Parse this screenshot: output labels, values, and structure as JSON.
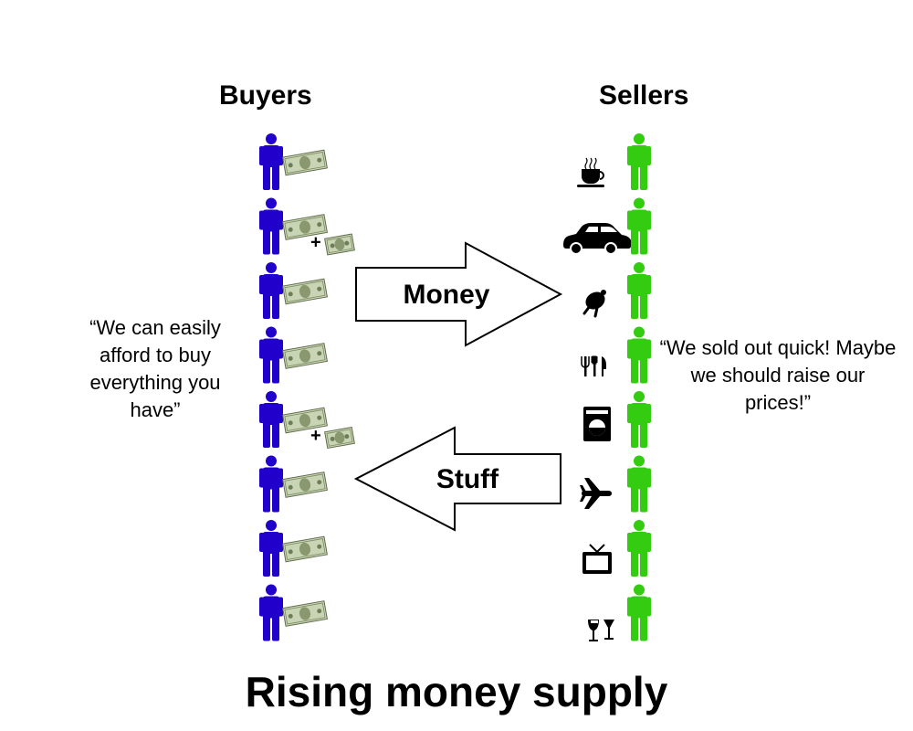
{
  "buyers": {
    "heading": "Buyers",
    "quote": "“We can easily afford to buy everything you have”",
    "rows": [
      {
        "bills": 1,
        "icon": "dollar-bill"
      },
      {
        "bills": 2,
        "icon": "dollar-bill"
      },
      {
        "bills": 1,
        "icon": "dollar-bill"
      },
      {
        "bills": 1,
        "icon": "dollar-bill"
      },
      {
        "bills": 2,
        "icon": "dollar-bill"
      },
      {
        "bills": 1,
        "icon": "dollar-bill"
      },
      {
        "bills": 1,
        "icon": "dollar-bill"
      },
      {
        "bills": 1,
        "icon": "dollar-bill"
      }
    ],
    "plus_sign": "+",
    "color": "#2200cc"
  },
  "sellers": {
    "heading": "Sellers",
    "quote": "“We sold out quick! Maybe we should raise our prices!”",
    "goods": [
      "coffee-cup",
      "car",
      "roast-turkey",
      "cutlery",
      "washing-machine",
      "airplane",
      "television",
      "wine-glasses"
    ],
    "color": "#33cc11"
  },
  "arrows": {
    "money_label": "Money",
    "stuff_label": "Stuff"
  },
  "title": "Rising money supply"
}
